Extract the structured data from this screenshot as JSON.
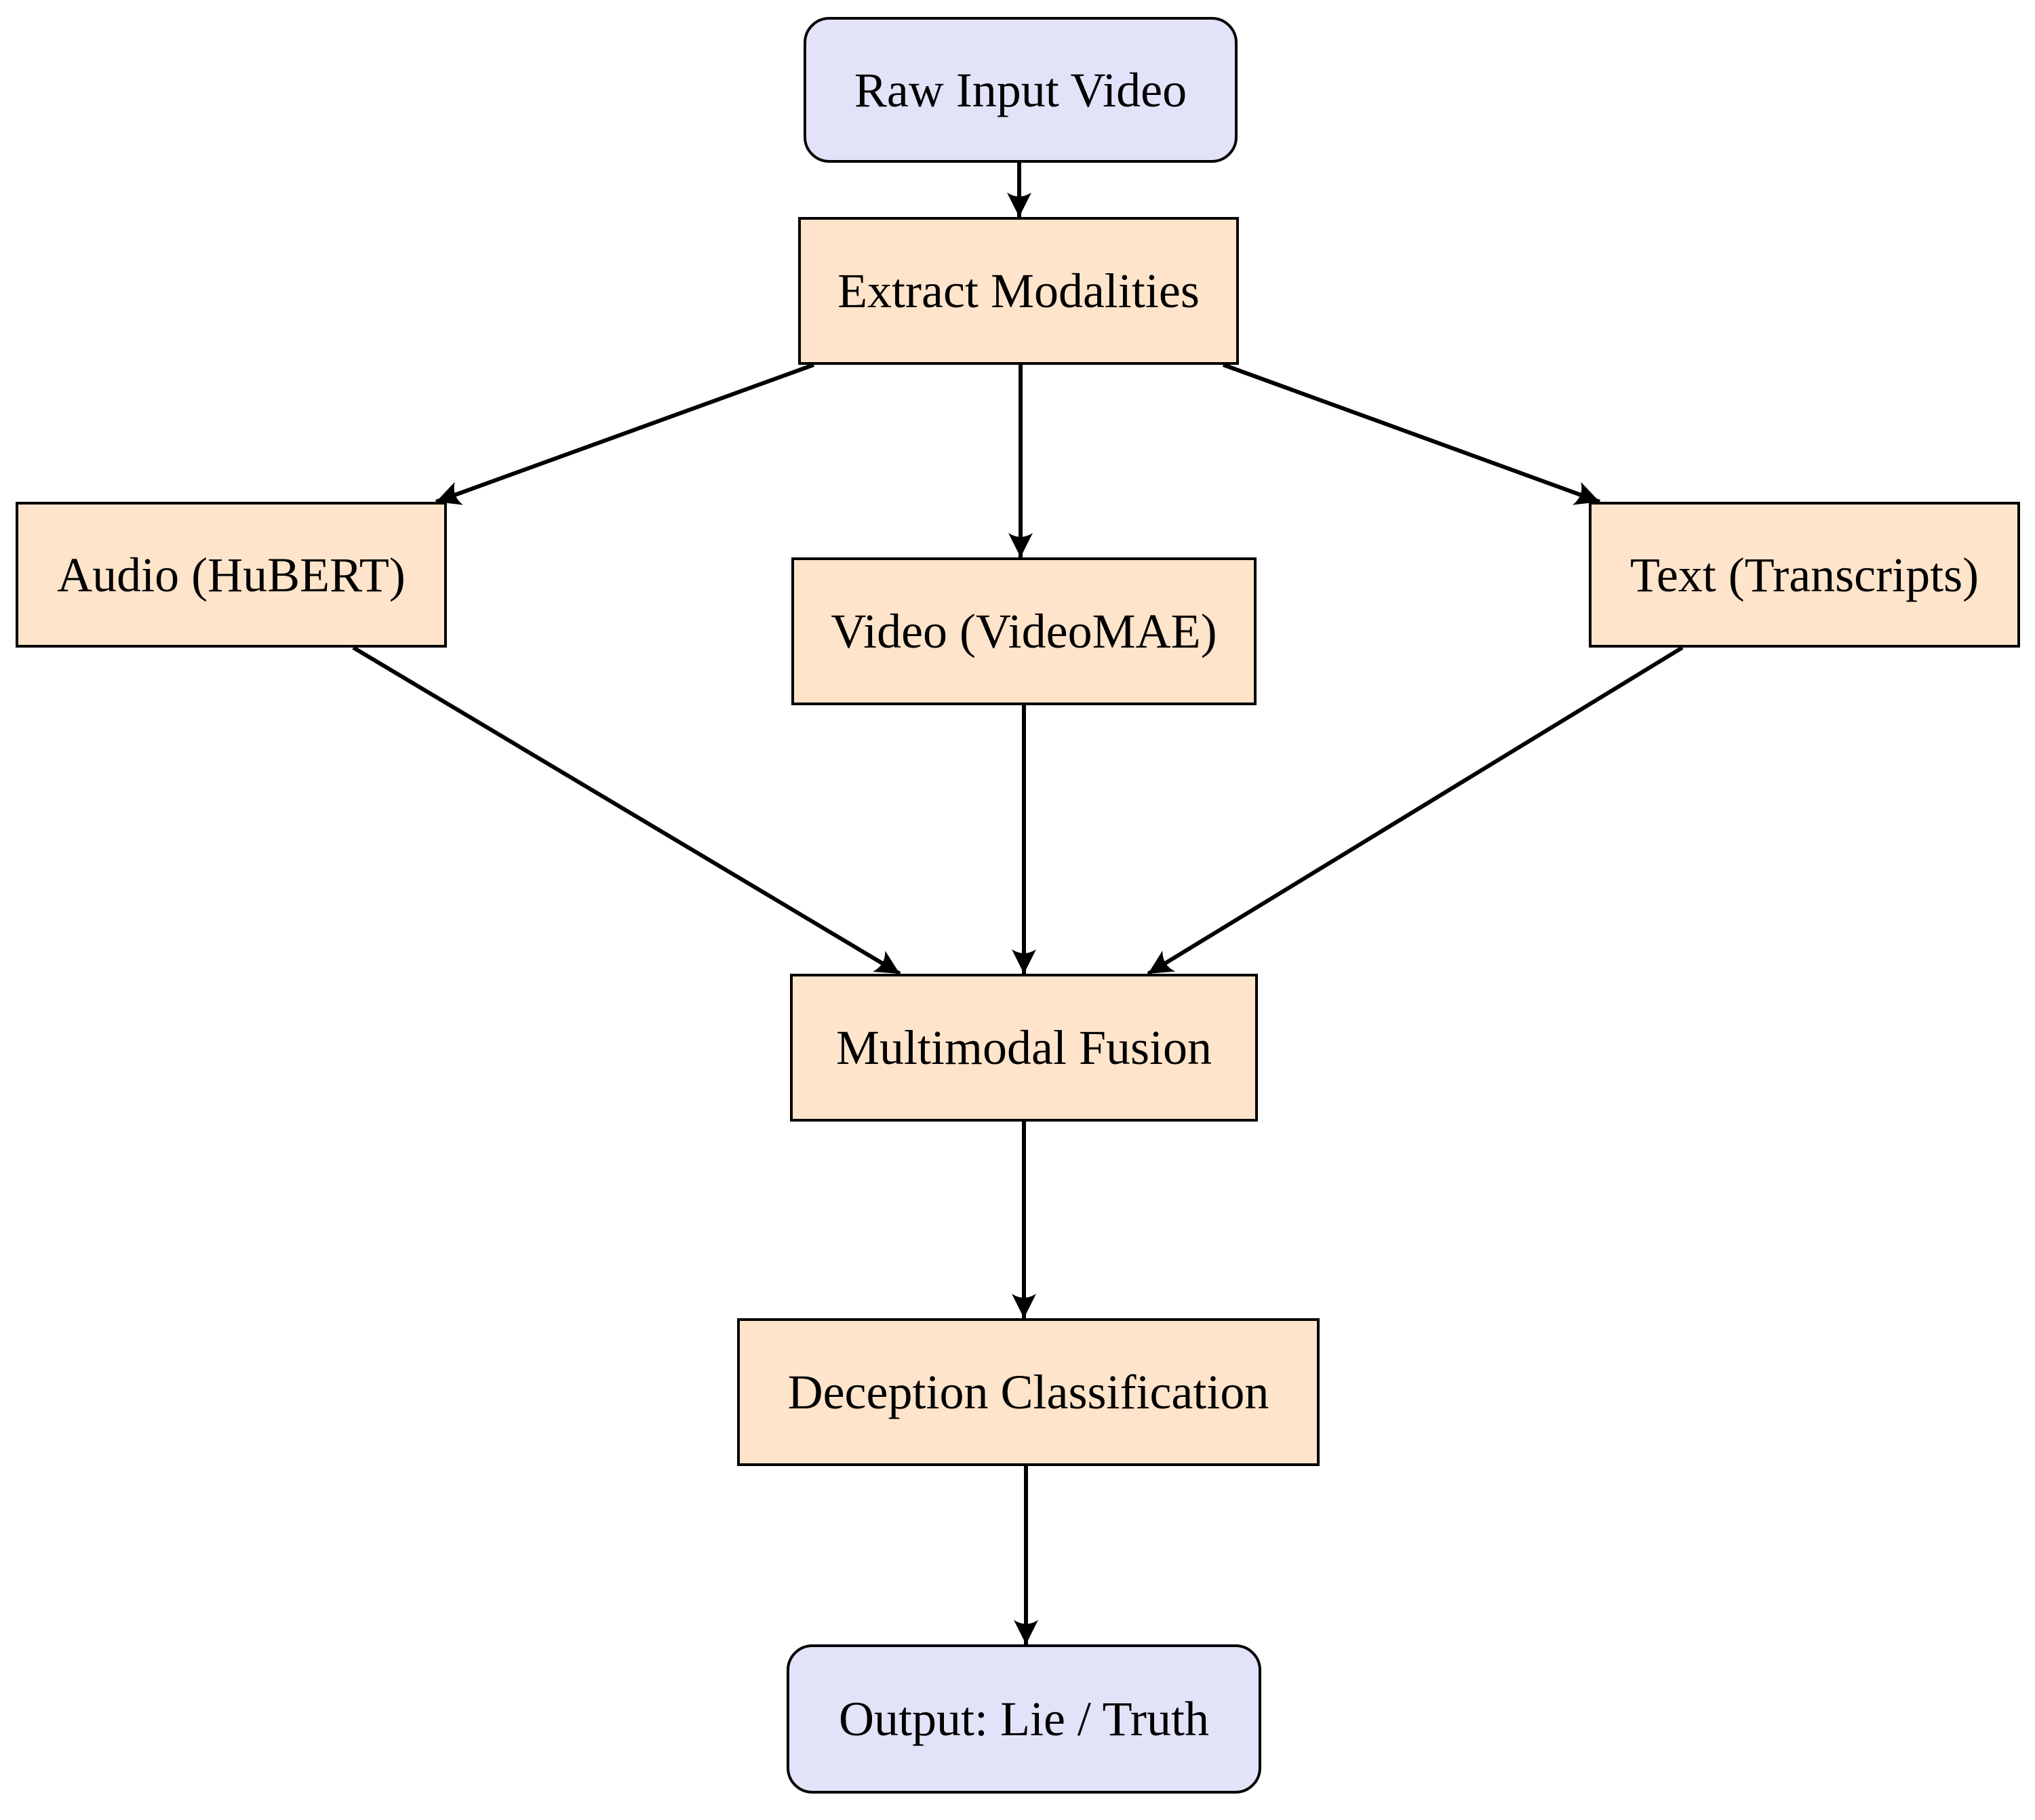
{
  "diagram": {
    "background_color": "#ffffff",
    "border_color": "#000000",
    "arrow_color": "#000000",
    "io_fill_color": "#e2e2f9",
    "process_fill_color": "#fde4ca",
    "nodes": {
      "raw": {
        "label": "Raw Input Video",
        "shape": "rounded-rectangle",
        "fill": "#e2e2f9"
      },
      "extract": {
        "label": "Extract Modalities",
        "shape": "rectangle",
        "fill": "#fde4ca"
      },
      "audio": {
        "label": "Audio (HuBERT)",
        "shape": "rectangle",
        "fill": "#fde4ca"
      },
      "video": {
        "label": "Video (VideoMAE)",
        "shape": "rectangle",
        "fill": "#fde4ca"
      },
      "text": {
        "label": "Text (Transcripts)",
        "shape": "rectangle",
        "fill": "#fde4ca"
      },
      "fusion": {
        "label": "Multimodal Fusion",
        "shape": "rectangle",
        "fill": "#fde4ca"
      },
      "classify": {
        "label": "Deception Classification",
        "shape": "rectangle",
        "fill": "#fde4ca"
      },
      "output": {
        "label": "Output: Lie / Truth",
        "shape": "rounded-rectangle",
        "fill": "#e2e2f9"
      }
    },
    "edges": [
      {
        "from": "raw",
        "to": "extract"
      },
      {
        "from": "extract",
        "to": "audio"
      },
      {
        "from": "extract",
        "to": "video"
      },
      {
        "from": "extract",
        "to": "text"
      },
      {
        "from": "audio",
        "to": "fusion"
      },
      {
        "from": "video",
        "to": "fusion"
      },
      {
        "from": "text",
        "to": "fusion"
      },
      {
        "from": "fusion",
        "to": "classify"
      },
      {
        "from": "classify",
        "to": "output"
      }
    ]
  }
}
